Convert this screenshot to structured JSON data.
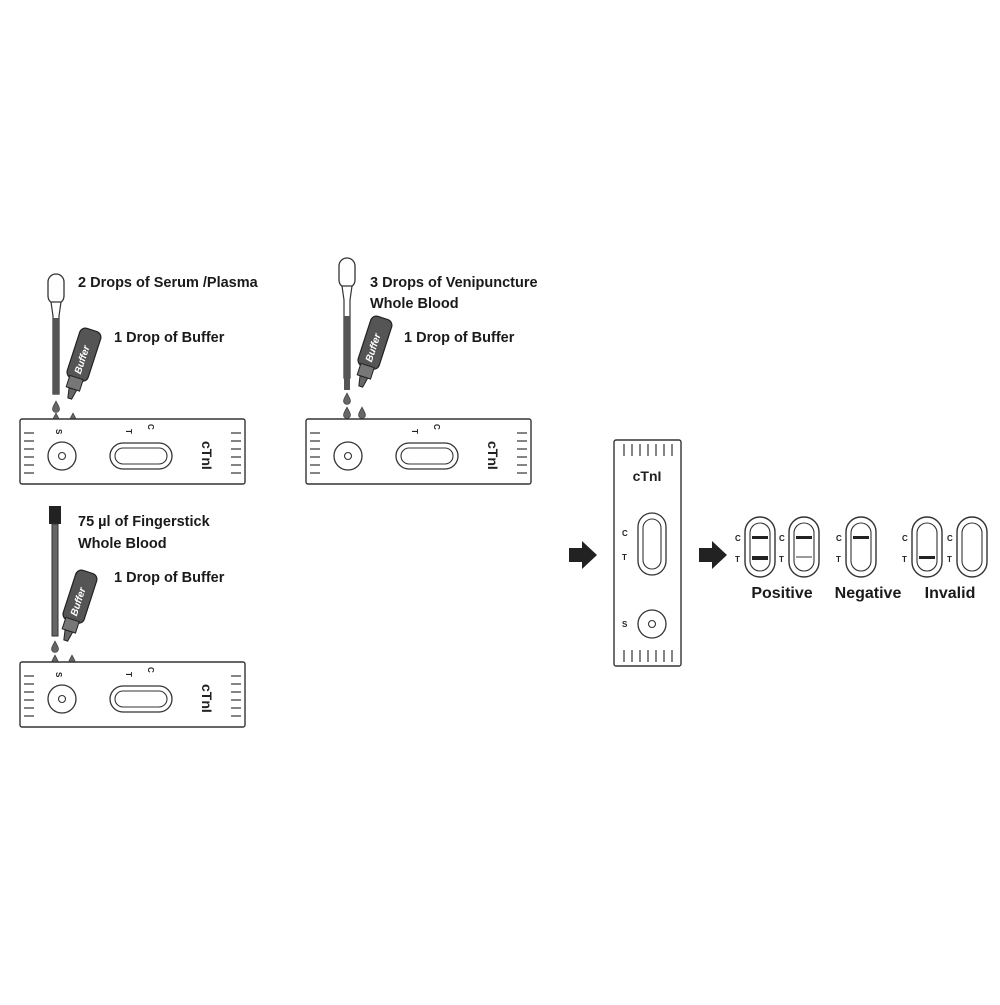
{
  "panel_serum": {
    "sample_label": "2 Drops of Serum /Plasma",
    "buffer_label": "1 Drop of Buffer"
  },
  "panel_venipuncture": {
    "sample_label_line1": "3 Drops of Venipuncture",
    "sample_label_line2": "Whole Blood",
    "buffer_label": "1 Drop of Buffer"
  },
  "panel_fingerstick": {
    "sample_label_line1": "75 µl of Fingerstick",
    "sample_label_line2": "Whole Blood",
    "buffer_label": "1 Drop of Buffer"
  },
  "bottle_text": "Buffer",
  "cassette": {
    "brand": "cTnI",
    "sample_marker": "S",
    "test_marker": "T",
    "control_marker": "C"
  },
  "results": {
    "positive": "Positive",
    "negative": "Negative",
    "invalid": "Invalid"
  },
  "icons": [
    "pipette-icon",
    "buffer-bottle-icon",
    "capillary-tube-icon",
    "arrow-right-icon",
    "test-cassette-icon"
  ]
}
